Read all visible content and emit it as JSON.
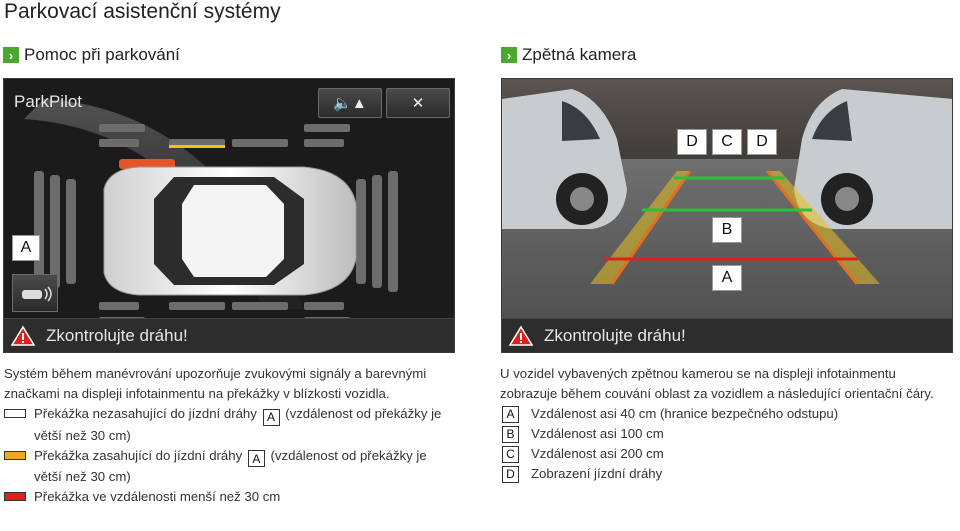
{
  "page_title": "Parkovací asistenční systémy",
  "left_section": {
    "heading": "Pomoc při parkování",
    "panel": {
      "title": "ParkPilot",
      "sound_icon": "speaker-icon",
      "close_label": "✕",
      "marker_a": "A",
      "warning_text": "Zkontrolujte dráhu!"
    },
    "intro": "Systém během manévrování upozorňuje zvukovými signály a barevnými značkami na displeji infotainmentu na překážky v blízkosti vozidla.",
    "legend": [
      {
        "color": "#ffffff",
        "text_before": "Překážka nezasahující do jízdní dráhy",
        "marker": "A",
        "text_after": "(vzdálenost od překážky je větší než 30 cm)"
      },
      {
        "color": "#f5a623",
        "text_before": "Překážka zasahující do jízdní dráhy",
        "marker": "A",
        "text_after": "(vzdálenost od překážky je větší než 30 cm)"
      },
      {
        "color": "#e02020",
        "text_before": "Překážka ve vzdálenosti menší než 30 cm",
        "marker": "",
        "text_after": ""
      }
    ]
  },
  "right_section": {
    "heading": "Zpětná kamera",
    "panel": {
      "labels_top": [
        "D",
        "C",
        "D"
      ],
      "label_b": "B",
      "label_a": "A",
      "warning_text": "Zkontrolujte dráhu!"
    },
    "intro": "U vozidel vybavených zpětnou kamerou se na displeji infotainmentu zobrazuje během couvání oblast za vozidlem a následující orientační čáry.",
    "items": [
      {
        "letter": "A",
        "text": "Vzdálenost asi 40 cm (hranice bezpečného odstupu)"
      },
      {
        "letter": "B",
        "text": "Vzdálenost asi 100 cm"
      },
      {
        "letter": "C",
        "text": "Vzdálenost asi 200 cm"
      },
      {
        "letter": "D",
        "text": "Zobrazení jízdní dráhy"
      }
    ]
  },
  "colors": {
    "accent_green": "#4ba82e",
    "warn_orange": "#f5a623",
    "warn_red": "#e02020",
    "guide_green": "#2fbf3a",
    "guide_yellow": "#e8c020"
  }
}
